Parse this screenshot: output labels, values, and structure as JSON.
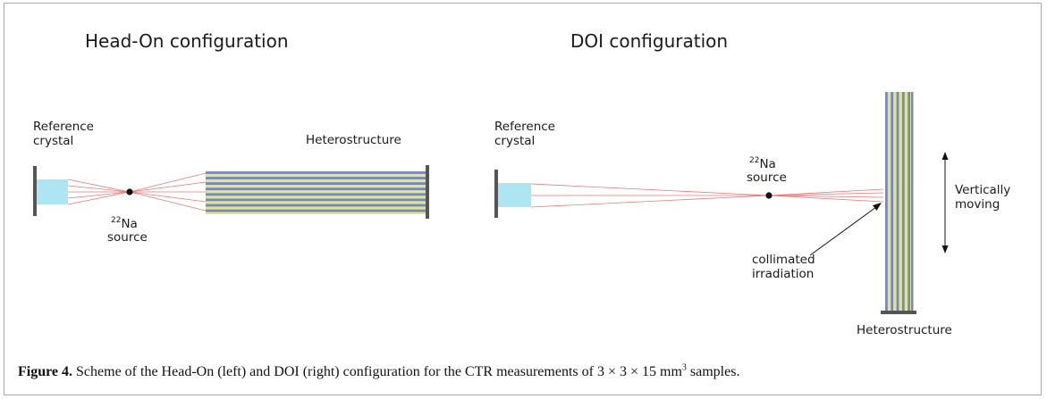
{
  "panels": {
    "left": {
      "title": "Head-On configuration",
      "ref_line1": "Reference",
      "ref_line2": "crystal",
      "structure": "Heterostructure",
      "source_sup": "22",
      "source_el": "Na",
      "source_word": "source"
    },
    "right": {
      "title": "DOI configuration",
      "ref_line1": "Reference",
      "ref_line2": "crystal",
      "structure": "Heterostructure",
      "source_sup": "22",
      "source_el": "Na",
      "source_word": "source",
      "moving_line1": "Vertically",
      "moving_line2": "moving",
      "irr_line1": "collimated",
      "irr_line2": "irradiation"
    }
  },
  "caption": {
    "label": "Figure 4.",
    "text_before": " Scheme of the Head-On (left) and DOI (right) configuration for the CTR measurements of 3 × 3 × 15 mm",
    "sup": "3",
    "text_after": " samples."
  },
  "colors": {
    "crystal": "#aee5f2",
    "stripe_yellow": "#dde68a",
    "stripe_blue": "#7a86c4",
    "ray": "#e87a7a",
    "holder": "#555555"
  }
}
